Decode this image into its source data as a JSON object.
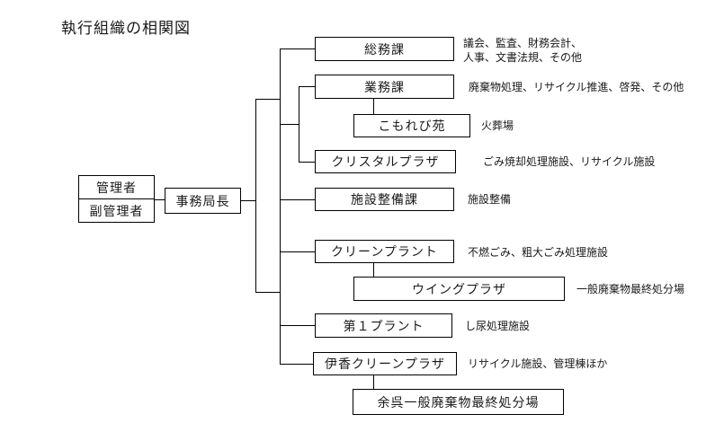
{
  "title": "執行組織の相関図",
  "management": {
    "manager": "管理者",
    "deputy_manager": "副管理者",
    "secretary_general": "事務局長"
  },
  "units": [
    {
      "label": "総務課",
      "desc": "議会、監査、財務会計、\n人事、文書法規、その他"
    },
    {
      "label": "業務課",
      "desc": "廃棄物処理、リサイクル推進、啓発、その他"
    },
    {
      "label": "こもれび苑",
      "desc": "火葬場"
    },
    {
      "label": "クリスタルプラザ",
      "desc": "ごみ焼却処理施設、リサイクル施設"
    },
    {
      "label": "施設整備課",
      "desc": "施設整備"
    },
    {
      "label": "クリーンプラント",
      "desc": "不燃ごみ、粗大ごみ処理施設"
    },
    {
      "label": "ウイングプラザ",
      "desc": "一般廃棄物最終処分場"
    },
    {
      "label": "第１プラント",
      "desc": "し尿処理施設"
    },
    {
      "label": "伊香クリーンプラザ",
      "desc": "リサイクル施設、管理棟ほか"
    },
    {
      "label": "余呉一般廃棄物最終処分場",
      "desc": ""
    }
  ],
  "colors": {
    "line": "#000000",
    "text": "#1a1a1a",
    "background": "#ffffff"
  }
}
